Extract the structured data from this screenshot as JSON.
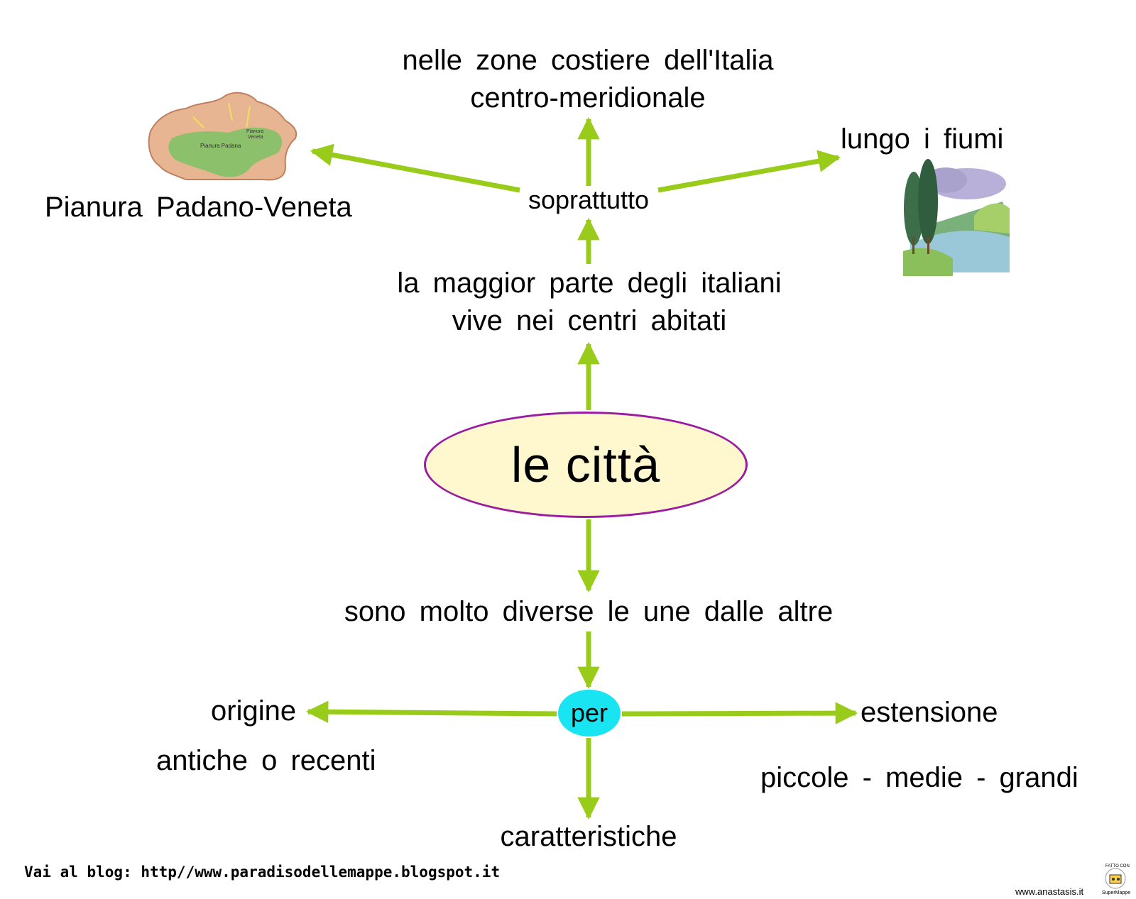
{
  "central": {
    "label": "le città"
  },
  "nodes": {
    "majority": {
      "line1": "la maggior parte degli italiani",
      "line2": "vive nei centri abitati"
    },
    "soprattutto": "soprattutto",
    "coastal": {
      "line1": "nelle zone costiere dell'Italia",
      "line2": "centro-meridionale"
    },
    "plain": "Pianura Padano-Veneta",
    "rivers": "lungo i fiumi",
    "diverse": "sono molto diverse le une dalle altre",
    "per": "per",
    "origine": "origine",
    "origine_detail": "antiche o recenti",
    "estensione": "estensione",
    "estensione_detail": "piccole - medie - grandi",
    "caratteristiche": "caratteristiche"
  },
  "map_labels": {
    "padana": "Pianura Padana",
    "veneta_1": "Pianura",
    "veneta_2": "Veneta"
  },
  "badge": {
    "top": "FATTO CON",
    "bottom": "SuperMappe"
  },
  "footer": {
    "blog": "Vai al blog: http//www.paradisodellemappe.blogspot.it",
    "site": "www.anastasis.it"
  },
  "colors": {
    "arrow": "#99cc1a",
    "ellipse_border": "#9b1ca0",
    "ellipse_fill": "#fff8cf",
    "per_fill": "#19e5f2"
  }
}
